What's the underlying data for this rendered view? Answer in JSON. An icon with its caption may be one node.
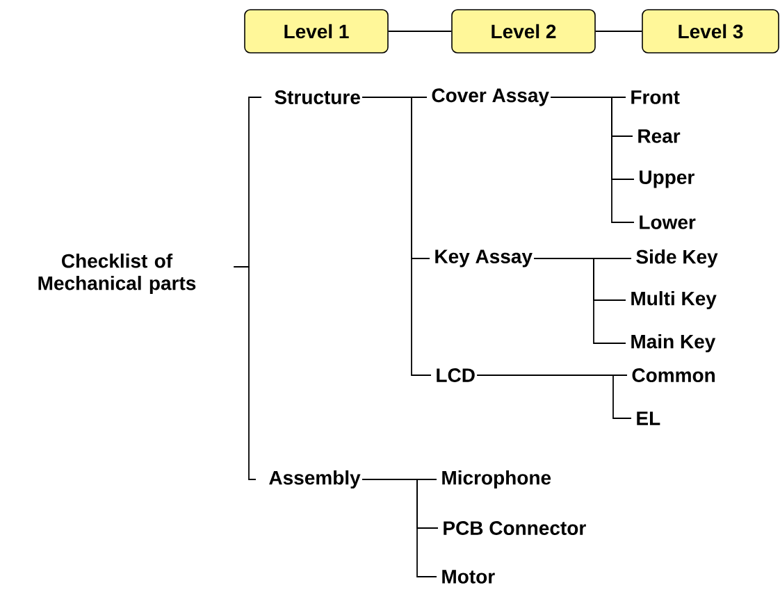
{
  "diagram": {
    "nodes": [
      {
        "text": [
          "Level 1"
        ]
      },
      {
        "text": [
          "Level 2"
        ]
      },
      {
        "text": [
          "Level 3"
        ]
      },
      {
        "text": [
          "Checklist of Mechanical parts"
        ]
      },
      {
        "text": [
          "Structure"
        ]
      },
      {
        "text": [
          "Cover Assay"
        ]
      },
      {
        "text": [
          "Front"
        ]
      },
      {
        "text": [
          "Rear"
        ]
      },
      {
        "text": [
          "Upper"
        ]
      },
      {
        "text": [
          "Lower"
        ]
      },
      {
        "text": [
          "Key Assay"
        ]
      },
      {
        "text": [
          "Side Key"
        ]
      },
      {
        "text": [
          "Multi Key"
        ]
      },
      {
        "text": [
          "Main Key"
        ]
      },
      {
        "text": [
          "LCD"
        ]
      },
      {
        "text": [
          "Common"
        ]
      },
      {
        "text": [
          "EL"
        ]
      },
      {
        "text": [
          "Assembly"
        ]
      },
      {
        "text": [
          "Microphone"
        ]
      },
      {
        "text": [
          "PCB Connector"
        ]
      },
      {
        "text": [
          "Motor"
        ]
      }
    ],
    "edges": [
      {
        "from": 0,
        "to": 1,
        "arrow": "none"
      },
      {
        "from": 1,
        "to": 2,
        "arrow": "none"
      },
      {
        "from": 3,
        "to": 4,
        "arrow": "none"
      },
      {
        "from": 3,
        "to": 17,
        "arrow": "none"
      },
      {
        "from": 4,
        "to": 5,
        "arrow": "none"
      },
      {
        "from": 4,
        "to": 10,
        "arrow": "none"
      },
      {
        "from": 4,
        "to": 14,
        "arrow": "none"
      },
      {
        "from": 5,
        "to": 6,
        "arrow": "none"
      },
      {
        "from": 5,
        "to": 7,
        "arrow": "none"
      },
      {
        "from": 5,
        "to": 8,
        "arrow": "none"
      },
      {
        "from": 5,
        "to": 9,
        "arrow": "none"
      },
      {
        "from": 10,
        "to": 11,
        "arrow": "none"
      },
      {
        "from": 10,
        "to": 12,
        "arrow": "none"
      },
      {
        "from": 10,
        "to": 13,
        "arrow": "none"
      },
      {
        "from": 14,
        "to": 15,
        "arrow": "none"
      },
      {
        "from": 14,
        "to": 16,
        "arrow": "none"
      },
      {
        "from": 17,
        "to": 18,
        "arrow": "none"
      },
      {
        "from": 17,
        "to": 19,
        "arrow": "none"
      },
      {
        "from": 17,
        "to": 20,
        "arrow": "none"
      }
    ]
  }
}
